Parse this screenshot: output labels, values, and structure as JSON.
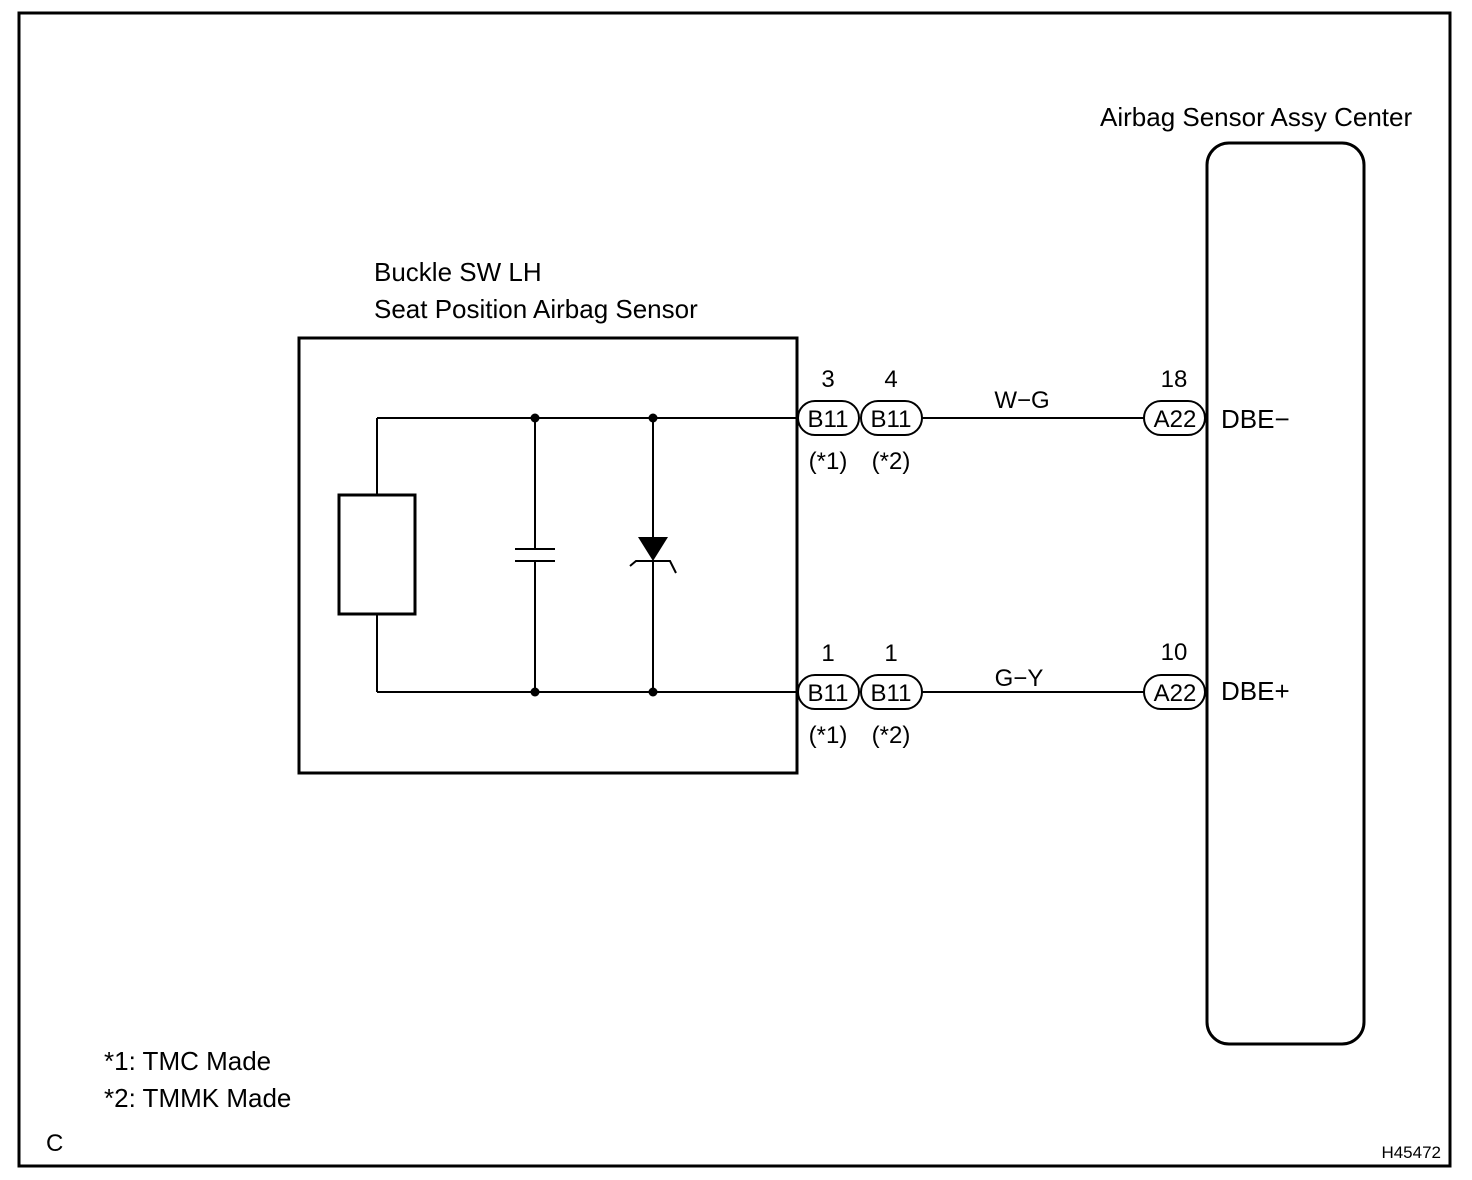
{
  "sensor": {
    "title_line1": "Buckle SW LH",
    "title_line2": "Seat Position Airbag Sensor"
  },
  "ecu": {
    "title": "Airbag Sensor Assy Center",
    "terminal_top": "DBE−",
    "terminal_bottom": "DBE+"
  },
  "top_row": {
    "pin_a": "3",
    "conn_a": "B11",
    "note_a": "(*1)",
    "pin_b": "4",
    "conn_b": "B11",
    "note_b": "(*2)",
    "wire_color": "W−G",
    "pin_ecu": "18",
    "conn_ecu": "A22"
  },
  "bottom_row": {
    "pin_a": "1",
    "conn_a": "B11",
    "note_a": "(*1)",
    "pin_b": "1",
    "conn_b": "B11",
    "note_b": "(*2)",
    "wire_color": "G−Y",
    "pin_ecu": "10",
    "conn_ecu": "A22"
  },
  "notes": {
    "note1": "*1: TMC Made",
    "note2": "*2: TMMK Made"
  },
  "corner_code": "C",
  "figure_id": "H45472"
}
